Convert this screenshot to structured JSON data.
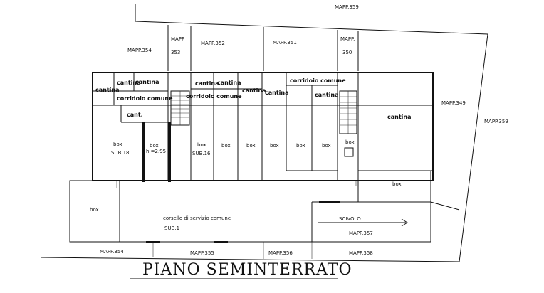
{
  "title": "PIANO SEMINTERRATO",
  "parcels": {
    "mapp_359_top": "MAPP.359",
    "mapp_353_a": "MAPP",
    "mapp_353_b": "353",
    "mapp_352": "MAPP.352",
    "mapp_351": "MAPP.351",
    "mapp_350_a": "MAPP.",
    "mapp_350_b": "350",
    "mapp_354_top": "MAPP.354",
    "mapp_349": "MAPP.349",
    "mapp_359_right": "MAPP.359",
    "mapp_357": "MAPP.357",
    "mapp_354_bottom": "MAPP.354",
    "mapp_355": "MAPP.355",
    "mapp_356": "MAPP.356",
    "mapp_358": "MAPP.358"
  },
  "rooms": {
    "cantina_1": "cantina",
    "cantina_2": "cantina",
    "cantina_3": "cantina",
    "cantina_4": "cantina",
    "cantina_5": "cantina",
    "cantina_6": "cantina",
    "cantina_7": "cantina",
    "cantina_8": "cantina",
    "cantina_big": "cantina",
    "corridoio_1": "corridoio comune",
    "corridoio_2": "corridoio comune",
    "corridoio_3": "corridoio comune",
    "cant": "cant.",
    "box_1": "box",
    "sub_18": "SUB.18",
    "box_2": "box",
    "box_h": "h.=2.95",
    "box_3": "box",
    "sub_16": "SUB.16",
    "box_4": "box",
    "box_5": "box",
    "box_6": "box",
    "box_7": "box",
    "box_8": "box",
    "box_9": "box",
    "box_left": "box",
    "box_right": "box",
    "corsello": "corsello di servizio comune",
    "sub_1": "SUB.1",
    "scivolo": "SCIVOLO"
  }
}
